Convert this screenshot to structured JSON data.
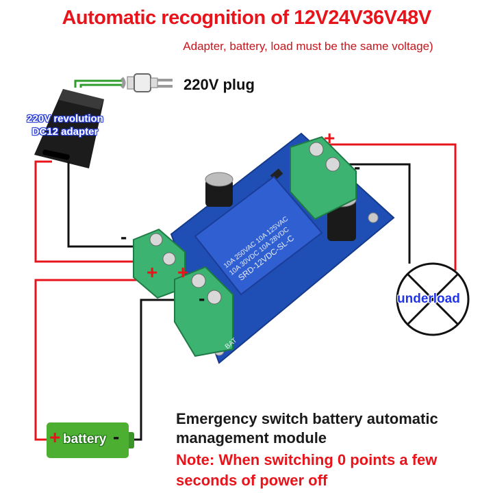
{
  "title": "Automatic recognition of 12V24V36V48V",
  "subtitle": "Adapter, battery, load must be the same voltage)",
  "plug_label": "220V plug",
  "adapter_label_line1": "220V revolution",
  "adapter_label_line2": "DC12 adapter",
  "load_label": "underload",
  "battery_label": "battery",
  "battery_plus": "+",
  "battery_minus": "-",
  "relay_text": {
    "line1": "10A 250VAC  10A 125VAC",
    "line2": "10A 30VDC  10A 28VDC",
    "line3": "SRD-12VDC-SL-C"
  },
  "bat_silkscreen": "BAT",
  "signs": {
    "plus": "+",
    "minus": "-"
  },
  "description": {
    "line1": "Emergency switch battery automatic",
    "line2": "management module"
  },
  "note": {
    "line1": "Note: When switching 0 points a few",
    "line2": "seconds of power off"
  },
  "colors": {
    "red_wire": "#e8141b",
    "black_wire": "#111111",
    "green_wire": "#2e9d2e",
    "pcb_blue": "#1f4fb4",
    "terminal_green": "#3cb371",
    "relay_blue": "#2f5fd0",
    "battery_green": "#4caf32",
    "title_red": "#e8141b",
    "label_blue": "#2034e8"
  }
}
